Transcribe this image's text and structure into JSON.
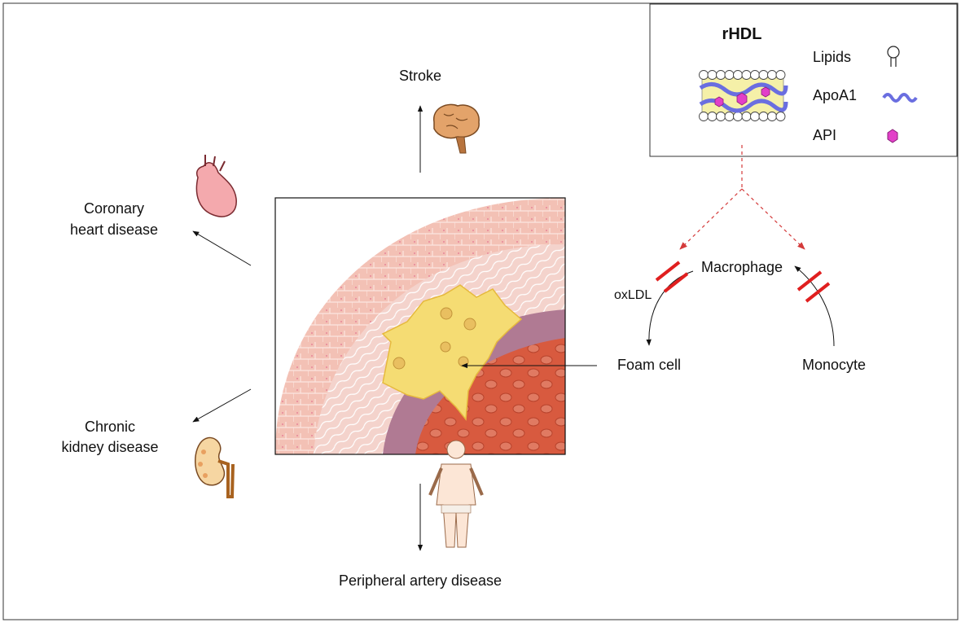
{
  "legend": {
    "title": "rHDL",
    "items": [
      {
        "label": "Lipids",
        "icon": "lipid-icon"
      },
      {
        "label": "ApoA1",
        "icon": "apoa1-helix-icon"
      },
      {
        "label": "API",
        "icon": "api-hexagon-icon"
      }
    ]
  },
  "outcomes": {
    "stroke": "Stroke",
    "coronary_line1": "Coronary",
    "coronary_line2": "heart disease",
    "kidney_line1": "Chronic",
    "kidney_line2": "kidney disease",
    "peripheral": "Peripheral artery disease"
  },
  "mechanism": {
    "macrophage": "Macrophage",
    "oxldl": "oxLDL",
    "foam_cell": "Foam cell",
    "monocyte": "Monocyte"
  },
  "colors": {
    "artery_outer": "#f3c1b5",
    "artery_inner": "#f4d3cc",
    "plaque": "#f5dc73",
    "lumen": "#d85a3f",
    "blood_cell": "#e07a62",
    "inhibit": "#e01f1f",
    "dashed": "#d43a3a",
    "api": "#e23fc8",
    "apoa1": "#6a6ee0"
  }
}
